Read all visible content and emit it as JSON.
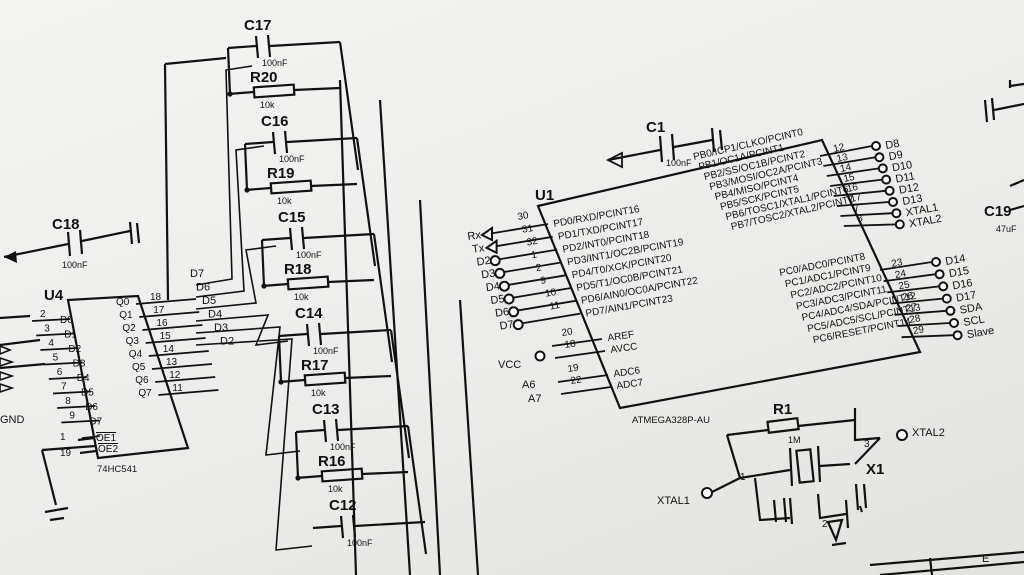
{
  "u4": {
    "ref": "U4",
    "part": "74HC541",
    "inputs": [
      "D0",
      "D1",
      "D2",
      "D3",
      "D4",
      "D5",
      "D6",
      "D7"
    ],
    "input_pins": [
      "2",
      "3",
      "4",
      "5",
      "6",
      "7",
      "8",
      "9"
    ],
    "outputs": [
      "Q0",
      "Q1",
      "Q2",
      "Q3",
      "Q4",
      "Q5",
      "Q6",
      "Q7"
    ],
    "output_pins": [
      "18",
      "17",
      "16",
      "15",
      "14",
      "13",
      "12",
      "11"
    ],
    "oe": [
      "OE1",
      "OE2"
    ],
    "oe_pins": [
      "1",
      "19"
    ],
    "gnd": "GND",
    "bus_labels": [
      "D7",
      "D6",
      "D5",
      "D4",
      "D3",
      "D2"
    ]
  },
  "c18": {
    "ref": "C18",
    "value": "100nF"
  },
  "rc_ladder": [
    {
      "c": "C17",
      "cv": "100nF",
      "r": "R20",
      "rv": "10k"
    },
    {
      "c": "C16",
      "cv": "100nF",
      "r": "R19",
      "rv": "10k"
    },
    {
      "c": "C15",
      "cv": "100nF",
      "r": "R18",
      "rv": "10k"
    },
    {
      "c": "C14",
      "cv": "100nF",
      "r": "R17",
      "rv": "10k"
    },
    {
      "c": "C13",
      "cv": "100nF",
      "r": "R16",
      "rv": "10k"
    },
    {
      "c": "C12",
      "cv": "100nF"
    }
  ],
  "c1": {
    "ref": "C1",
    "value": "100nF"
  },
  "u1": {
    "ref": "U1",
    "part": "ATMEGA328P-AU",
    "left_pins": [
      {
        "num": "30",
        "name": "PD0/RXD/PCINT16"
      },
      {
        "num": "31",
        "name": "PD1/TXD/PCINT17"
      },
      {
        "num": "32",
        "name": "PD2/INT0/PCINT18"
      },
      {
        "num": "1",
        "name": "PD3/INT1/OC2B/PCINT19"
      },
      {
        "num": "2",
        "name": "PD4/T0/XCK/PCINT20"
      },
      {
        "num": "9",
        "name": "PD5/T1/OC0B/PCINT21"
      },
      {
        "num": "10",
        "name": "PD6/AIN0/OC0A/PCINT22"
      },
      {
        "num": "11",
        "name": "PD7/AIN1/PCINT23"
      }
    ],
    "left_nets": [
      "Rx",
      "Tx",
      "D2",
      "D3",
      "D4",
      "D5",
      "D6",
      "D7"
    ],
    "power_pins": [
      {
        "num": "20",
        "name": "AREF"
      },
      {
        "num": "18",
        "name": "AVCC"
      },
      {
        "num": "19",
        "name": "ADC6"
      },
      {
        "num": "22",
        "name": "ADC7"
      }
    ],
    "power_nets": [
      "VCC",
      "A6",
      "A7"
    ],
    "right_pins_b": [
      {
        "num": "12",
        "name": "PB0/ICP1/CLKO/PCINT0",
        "net": "D8"
      },
      {
        "num": "13",
        "name": "PB1/OC1A/PCINT1",
        "net": "D9"
      },
      {
        "num": "14",
        "name": "PB2/SS/OC1B/PCINT2",
        "net": "D10"
      },
      {
        "num": "15",
        "name": "PB3/MOSI/OC2A/PCINT3",
        "net": "D11"
      },
      {
        "num": "16",
        "name": "PB4/MISO/PCINT4",
        "net": "D12"
      },
      {
        "num": "17",
        "name": "PB5/SCK/PCINT5",
        "net": "D13"
      },
      {
        "num": "7",
        "name": "PB6/TOSC1/XTAL1/PCINT6",
        "net": "XTAL1"
      },
      {
        "num": "8",
        "name": "PB7/TOSC2/XTAL2/PCINT7",
        "net": "XTAL2"
      }
    ],
    "right_pins_c": [
      {
        "num": "23",
        "name": "PC0/ADC0/PCINT8",
        "net": "D14"
      },
      {
        "num": "24",
        "name": "PC1/ADC1/PCINT9",
        "net": "D15"
      },
      {
        "num": "25",
        "name": "PC2/ADC2/PCINT10",
        "net": "D16"
      },
      {
        "num": "26",
        "name": "PC3/ADC3/PCINT11",
        "net": "D17"
      },
      {
        "num": "27",
        "name": "PC4/ADC4/SDA/PCINT12",
        "net": "SDA"
      },
      {
        "num": "28",
        "name": "PC5/ADC5/SCL/PCINT13",
        "net": "SCL"
      },
      {
        "num": "29",
        "name": "PC6/RESET/PCINT14",
        "net": "Slave"
      }
    ]
  },
  "r1": {
    "ref": "R1",
    "value": "1M"
  },
  "x1": {
    "ref": "X1",
    "pins": [
      "1",
      "2",
      "3"
    ],
    "nets": [
      "XTAL1",
      "XTAL2"
    ]
  },
  "c19": {
    "ref": "C19",
    "value": "47uF"
  },
  "frame_letter": "E"
}
